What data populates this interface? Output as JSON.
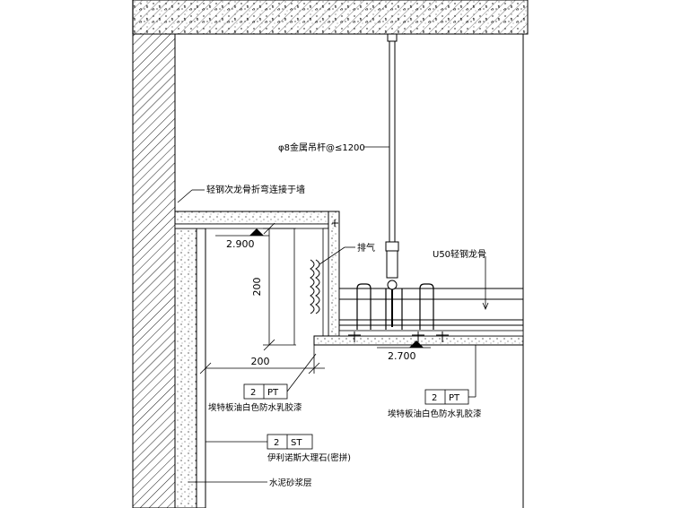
{
  "annotations": {
    "hanger_rod": "φ8金属吊杆@≤1200",
    "wall_connection": "轻钢次龙骨折弯连接于墙",
    "vent": "排气",
    "main_runner": "U50轻钢龙骨",
    "paint_left": "埃特板油白色防水乳胶漆",
    "paint_right": "埃特板油白色防水乳胶漆",
    "stone": "伊利诺斯大理石(密拼)",
    "mortar": "水泥砂浆层"
  },
  "elevations": {
    "upper": "2.900",
    "lower": "2.700"
  },
  "dimensions": {
    "vertical": "200",
    "horizontal": "200"
  },
  "tags": {
    "pt_left": {
      "num": "2",
      "code": "PT"
    },
    "pt_right": {
      "num": "2",
      "code": "PT"
    },
    "st": {
      "num": "2",
      "code": "ST"
    }
  }
}
